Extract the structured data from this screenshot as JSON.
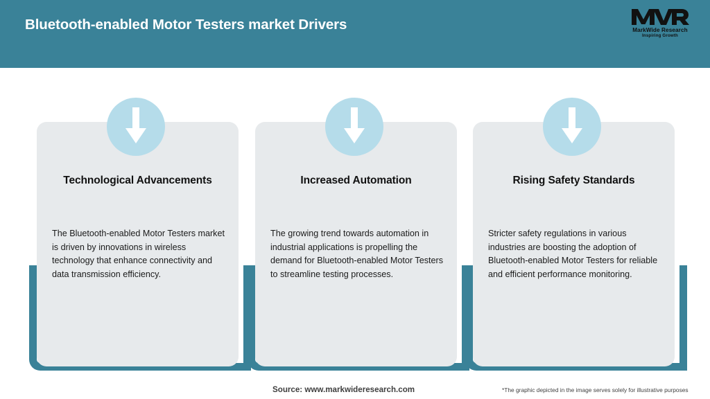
{
  "header": {
    "title": "Bluetooth-enabled Motor Testers market Drivers",
    "background_color": "#3A8298",
    "title_color": "#FFFFFF"
  },
  "logo": {
    "mark": "MWR",
    "name": "MarkWide Research",
    "tagline": "Inspiring Growth"
  },
  "cards": [
    {
      "icon": "down-arrow-icon",
      "title": "Technological Advancements",
      "body": "The Bluetooth-enabled Motor Testers market is driven by innovations in wireless technology that enhance connectivity and data transmission efficiency."
    },
    {
      "icon": "down-arrow-icon",
      "title": "Increased Automation",
      "body": "The growing trend towards automation in industrial applications is propelling the demand for Bluetooth-enabled Motor Testers to streamline testing processes."
    },
    {
      "icon": "down-arrow-icon",
      "title": "Rising Safety Standards",
      "body": "Stricter safety regulations in various industries are boosting the adoption of Bluetooth-enabled Motor Testers for reliable and efficient performance monitoring."
    }
  ],
  "footer": {
    "source": "Source: www.markwideresearch.com",
    "disclaimer": "*The graphic depicted in the image serves solely for illustrative purposes"
  },
  "colors": {
    "accent_teal": "#3A8298",
    "card_fill": "#E7EAEC",
    "badge_blue": "#B5DCEA",
    "arrow_white": "#FFFFFF"
  }
}
